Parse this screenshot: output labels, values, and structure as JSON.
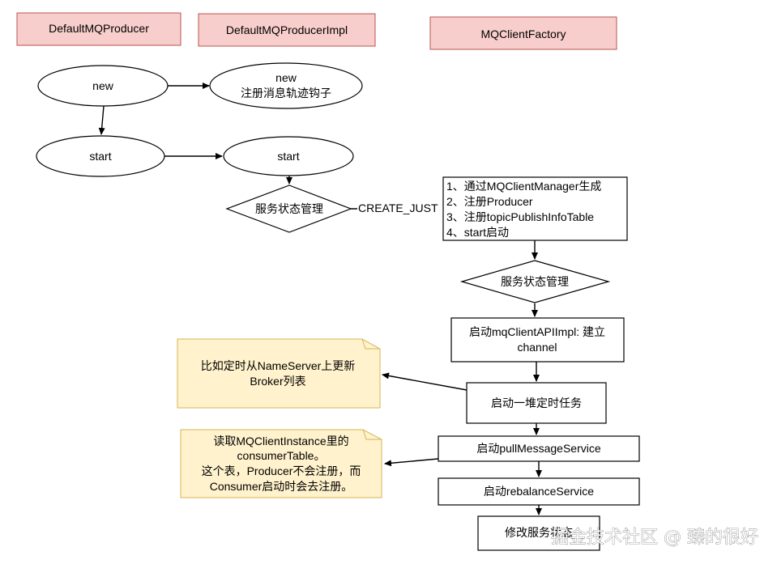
{
  "lanes": {
    "producer": "DefaultMQProducer",
    "producer_impl": "DefaultMQProducerImpl",
    "client_factory": "MQClientFactory"
  },
  "nodes": {
    "new_producer": "new",
    "new_impl_line1": "new",
    "new_impl_line2": "注册消息轨迹钩子",
    "start_producer": "start",
    "start_impl": "start",
    "service_state_1": "服务状态管理",
    "create_just_label": "CREATE_JUST",
    "steps_line1": "1、通过MQClientManager生成",
    "steps_line2": "2、注册Producer",
    "steps_line3": "3、注册topicPublishInfoTable",
    "steps_line4": "4、start启动",
    "service_state_2": "服务状态管理",
    "start_api_line1": "启动mqClientAPIImpl: 建立",
    "start_api_line2": "channel",
    "start_timers": "启动一堆定时任务",
    "pull_service": "启动pullMessageService",
    "rebalance_service": "启动rebalanceService",
    "modify_state": "修改服务状态"
  },
  "notes": {
    "note1_line1": "比如定时从NameServer上更新",
    "note1_line2": "Broker列表",
    "note2_line1": "读取MQClientInstance里的",
    "note2_line2": "consumerTable。",
    "note2_line3": "这个表，Producer不会注册，而",
    "note2_line4": "Consumer启动时会去注册。"
  },
  "watermark": "掘金技术社区 @ 臻的很好",
  "colors": {
    "lane_fill": "#f8cecc",
    "lane_stroke": "#b85450",
    "note_fill": "#fff2cc",
    "note_stroke": "#d6b656"
  }
}
